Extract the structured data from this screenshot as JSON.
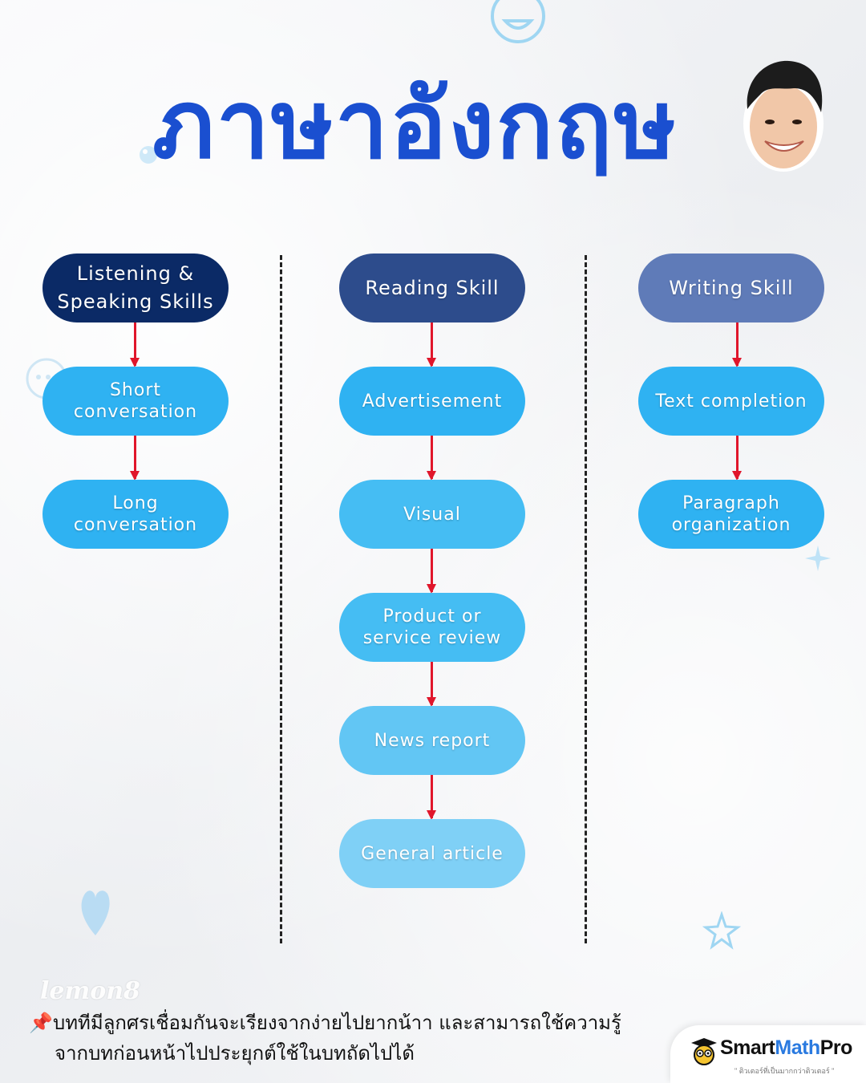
{
  "title": "ภาษาอังกฤษ",
  "columns": [
    {
      "header": "Listening &\nSpeaking Skills",
      "items": [
        "Short\nconversation",
        "Long\nconversation"
      ]
    },
    {
      "header": "Reading Skill",
      "items": [
        "Advertisement",
        "Visual",
        "Product or\nservice review",
        "News report",
        "General article"
      ]
    },
    {
      "header": "Writing Skill",
      "items": [
        "Text completion",
        "Paragraph\norganization"
      ]
    }
  ],
  "note": {
    "line1": "บททีมีลูกศรเชื่อมกันจะเรียงจากง่ายไปยากน้าา และสามารถใช้ความรู้",
    "line2": "จากบทก่อนหน้าไปประยุกต์ใช้ในบทถัดไปได้"
  },
  "watermark": "lemon8",
  "logo": {
    "part1": "Smart",
    "part2": "Math",
    "part3": "Pro",
    "tagline": "\" ติวเตอร์ที่เป็นมากกว่าติวเตอร์ \""
  },
  "colors": {
    "title": "#1a4fd0",
    "arrow": "#e0162b",
    "header_dark": "#0b2a66",
    "header_mid": "#2d4c8c",
    "header_light": "#5f7bb8",
    "node": "#2fb2f2"
  }
}
